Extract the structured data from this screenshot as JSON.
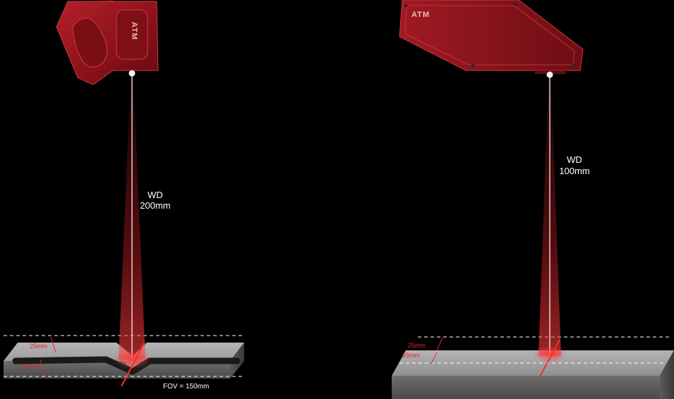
{
  "left_setup": {
    "wd_label": "WD",
    "wd_value": "200mm",
    "depth_upper": "25mm",
    "depth_lower": "25mm",
    "fov": "FOV = 150mm",
    "brand": "ATM"
  },
  "right_setup": {
    "wd_label": "WD",
    "wd_value": "100mm",
    "depth_upper": "25mm",
    "depth_lower": "25mm",
    "brand": "ATM"
  },
  "colors": {
    "sensor_body": "#8e1219",
    "laser": "#e8222b",
    "workpiece": "#7a7a7a",
    "text": "#ffffff"
  }
}
